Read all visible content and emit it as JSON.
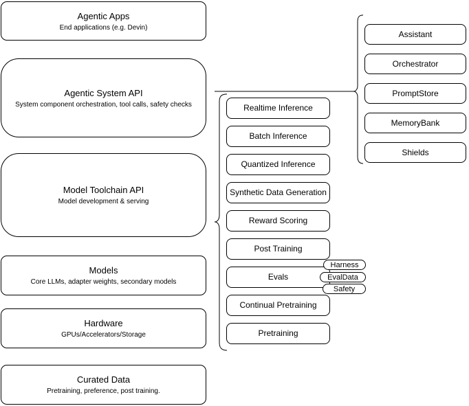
{
  "diagram": {
    "left_stack": [
      {
        "title": "Agentic Apps",
        "subtitle": "End applications (e.g. Devin)"
      },
      {
        "title": "Agentic System API",
        "subtitle": "System component orchestration, tool calls, safety checks"
      },
      {
        "title": "Model Toolchain API",
        "subtitle": "Model development & serving"
      },
      {
        "title": "Models",
        "subtitle": "Core LLMs, adapter weights, secondary models"
      },
      {
        "title": "Hardware",
        "subtitle": "GPUs/Accelerators/Storage"
      },
      {
        "title": "Curated Data",
        "subtitle": "Pretraining, preference, post training."
      }
    ],
    "toolchain_items": [
      "Realtime Inference",
      "Batch Inference",
      "Quantized Inference",
      "Synthetic Data Generation",
      "Reward Scoring",
      "Post Training",
      "Evals",
      "Continual Pretraining",
      "Pretraining"
    ],
    "eval_pills": [
      "Harness",
      "EvalData",
      "Safety"
    ],
    "system_components": [
      "Assistant",
      "Orchestrator",
      "PromptStore",
      "MemoryBank",
      "Shields"
    ],
    "colors": {
      "border": "#000000",
      "background": "#ffffff",
      "text": "#000000"
    }
  }
}
